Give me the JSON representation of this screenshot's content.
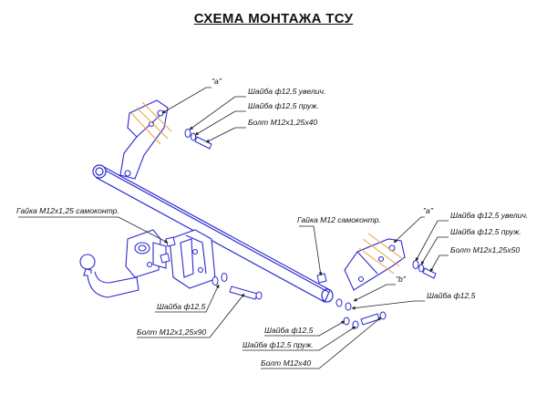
{
  "title": "СХЕМА МОНТАЖА ТСУ",
  "colors": {
    "outline": "#2a2ad0",
    "leader": "#222222",
    "accent": "#f0a030",
    "text": "#111111"
  },
  "labels": {
    "a_left": "\"а\"",
    "washer_big_left": "Шайба ф12,5 увелич.",
    "spring_left": "Шайба ф12,5 пруж.",
    "bolt_left": "Болт М12х1,25х40",
    "nut_left": "Гайка М12х1,25 самоконтр.",
    "washer_left_bottom": "Шайба ф12,5",
    "bolt_left_bottom": "Болт М12х1,25х90",
    "nut_mid": "Гайка М12 самоконтр.",
    "a_right": "\"а\"",
    "b_right": "\"b\"",
    "washer_big_right": "Шайба ф12,5 увелич.",
    "spring_right": "Шайба ф12,5 пруж.",
    "bolt_right": "Болт М12х1,25х50",
    "washer_right": "Шайба ф12,5",
    "washer_bottom": "Шайба ф12,5",
    "spring_bottom": "Шайба ф12,5 пруж.",
    "bolt_bottom": "Болт М12х40"
  }
}
